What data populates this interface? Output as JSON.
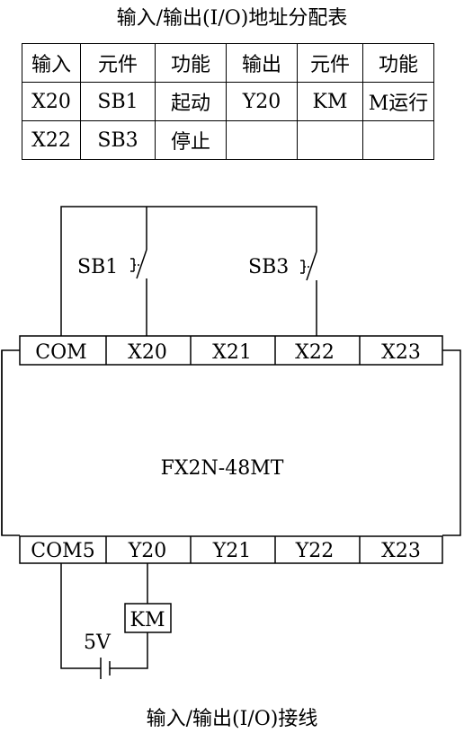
{
  "top_title": "输入/输出(I/O)地址分配表",
  "bottom_title": "输入/输出(I/O)接线",
  "table": {
    "rows": [
      [
        "输入",
        "元件",
        "功能",
        "输出",
        "元件",
        "功能"
      ],
      [
        "X20",
        "SB1",
        "起动",
        "Y20",
        "KM",
        "M运行"
      ],
      [
        "X22",
        "SB3",
        "停止",
        "",
        "",
        ""
      ]
    ]
  },
  "plc": {
    "model": "FX2N-48MT",
    "input_terminals": [
      "COM",
      "X20",
      "X21",
      "X22",
      "X23"
    ],
    "output_terminals": [
      "COM5",
      "Y20",
      "Y21",
      "Y22",
      "X23"
    ]
  },
  "components": {
    "sb1": "SB1",
    "sb3": "SB3",
    "coil": "KM",
    "supply": "5V"
  }
}
